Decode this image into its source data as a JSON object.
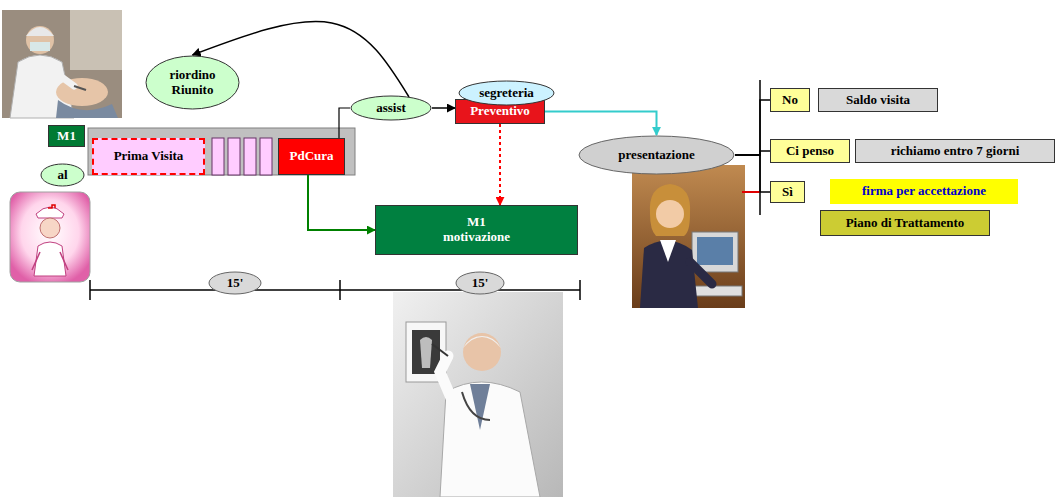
{
  "diagram": {
    "nodes": [
      {
        "text": [
          "riordino Riunito"
        ]
      },
      {
        "text": [
          "segreteria"
        ]
      },
      {
        "text": [
          "M1"
        ]
      },
      {
        "text": [
          "assist"
        ]
      },
      {
        "text": [
          "Preventivo"
        ]
      },
      {
        "text": [
          "Prima Visita"
        ]
      },
      {
        "text": [
          "PdCura"
        ]
      },
      {
        "text": [
          "al"
        ]
      },
      {
        "text": [
          "presentazione"
        ]
      },
      {
        "text": [
          "No"
        ]
      },
      {
        "text": [
          "Saldo visita"
        ]
      },
      {
        "text": [
          "Ci penso"
        ]
      },
      {
        "text": [
          "richiamo entro 7 giorni"
        ]
      },
      {
        "text": [
          "Sì"
        ]
      },
      {
        "text": [
          "firma per accettazione"
        ]
      },
      {
        "text": [
          "Piano di Trattamento"
        ]
      },
      {
        "text": [
          "M1 motivazione"
        ]
      },
      {
        "text": [
          "15'"
        ]
      },
      {
        "text": [
          "15'"
        ]
      }
    ],
    "edges": [
      {
        "from": 3,
        "to": 0,
        "arrow": "to"
      },
      {
        "from": 6,
        "to": 3,
        "arrow": "none"
      },
      {
        "from": 3,
        "to": 4,
        "arrow": "to"
      },
      {
        "from": 6,
        "to": 16,
        "arrow": "to"
      },
      {
        "from": 4,
        "to": 16,
        "arrow": "to"
      },
      {
        "from": 4,
        "to": 8,
        "arrow": "to"
      },
      {
        "from": 8,
        "to": 9,
        "arrow": "none"
      },
      {
        "from": 8,
        "to": 11,
        "arrow": "none"
      },
      {
        "from": 8,
        "to": 13,
        "arrow": "none"
      }
    ]
  }
}
